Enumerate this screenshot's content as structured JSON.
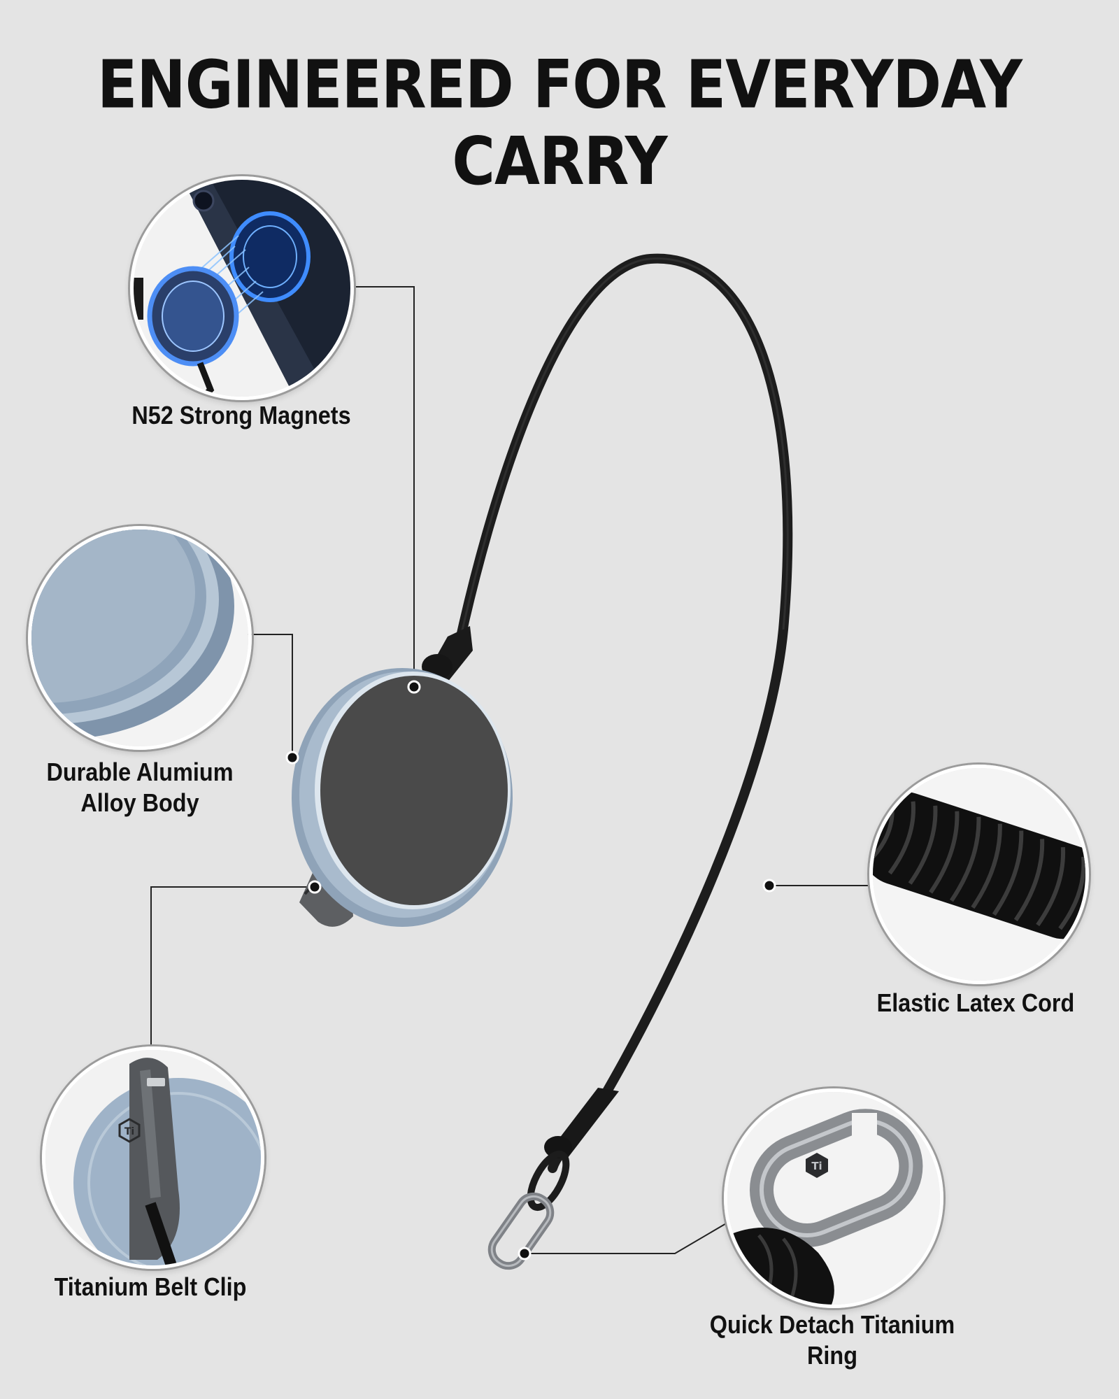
{
  "headline": "ENGINEERED FOR EVERYDAY CARRY",
  "features": {
    "magnets": "N52 Strong Magnets",
    "alloy_line1": "Durable Alumium",
    "alloy_line2": "Alloy Body",
    "cord": "Elastic Latex Cord",
    "clip": "Titanium Belt Clip",
    "ring": "Quick Detach Titanium Ring"
  },
  "colors": {
    "background": "#e4e4e4",
    "text": "#111111",
    "puck_blue": "#9fb2c6",
    "puck_face": "#4a4a4a",
    "cord": "#1d1d1d",
    "titanium": "#8a8d91",
    "magnet_glow": "#2f6fd6"
  },
  "icons": {
    "callout_dot": "dot-icon",
    "titanium_logo": "ti-hexagon-icon"
  }
}
